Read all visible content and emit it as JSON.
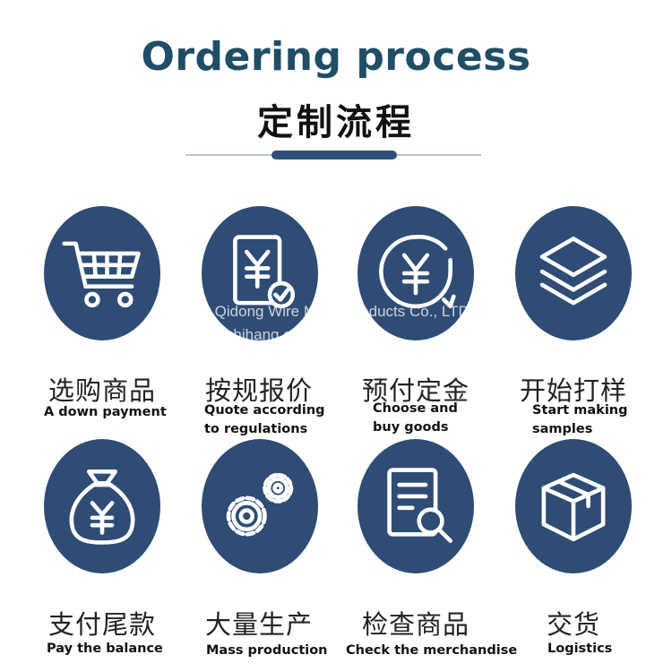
{
  "header": {
    "title_en": "Ordering process",
    "title_zh": "定制流程"
  },
  "steps": [
    {
      "zh": "选购商品",
      "en": "A down payment",
      "icon": "shopping-cart-icon"
    },
    {
      "zh": "按规报价",
      "en": "Quote according\nto regulations",
      "icon": "price-document-icon"
    },
    {
      "zh": "预付定金",
      "en": "Choose and\nbuy goods",
      "icon": "yuan-refresh-icon"
    },
    {
      "zh": "开始打样",
      "en": "Start making\nsamples",
      "icon": "layers-icon"
    },
    {
      "zh": "支付尾款",
      "en": "Pay the balance",
      "icon": "money-bag-icon"
    },
    {
      "zh": "大量生产",
      "en": "Mass production",
      "icon": "gears-icon"
    },
    {
      "zh": "检查商品",
      "en": "Check the merchandise",
      "icon": "inspect-document-icon"
    },
    {
      "zh": "交货",
      "en": "Logistics",
      "icon": "package-box-icon"
    }
  ],
  "watermark": {
    "line1": "Anping Qidong Wire Mesh Products Co., LTD",
    "line2": "https://apzhihang.en.china.cn/"
  },
  "colors": {
    "accent": "#1f4e66",
    "circle": "#2e4c74",
    "divider_bar": "#2e4f7a"
  }
}
